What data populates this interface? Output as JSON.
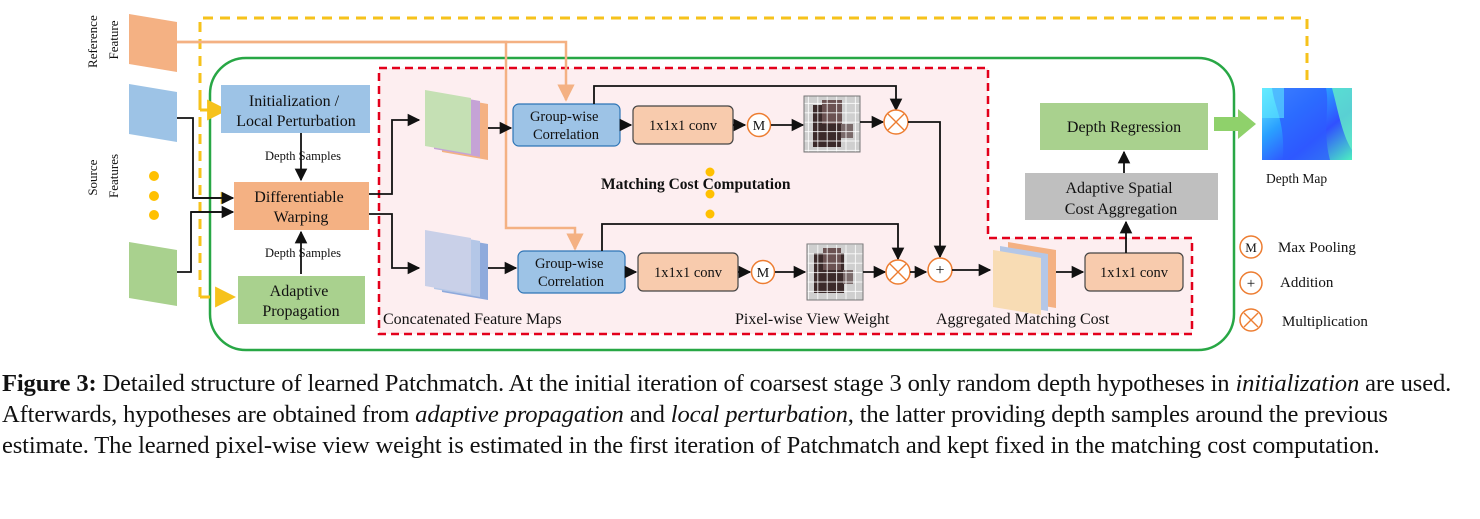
{
  "inputs": {
    "reference_feature": [
      "Reference",
      "Feature"
    ],
    "source_features": [
      "Source",
      "Features"
    ]
  },
  "modules": {
    "initialization": [
      "Initialization /",
      "Local Perturbation"
    ],
    "warping": [
      "Differentiable",
      "Warping"
    ],
    "propagation": [
      "Adaptive",
      "Propagation"
    ],
    "depth_samples": "Depth Samples",
    "group_corr": [
      "Group-wise",
      "Correlation"
    ],
    "conv": "1x1x1 conv",
    "max_symbol": "M",
    "add_symbol": "+",
    "matching_cost_title": "Matching Cost Computation",
    "concat_label": "Concatenated Feature Maps",
    "view_weight_label": "Pixel-wise View Weight",
    "agg_cost_label": "Aggregated Matching Cost",
    "spatial_agg": [
      "Adaptive Spatial",
      "Cost  Aggregation"
    ],
    "depth_regression": "Depth Regression",
    "depth_map": "Depth Map"
  },
  "legend": {
    "max_pooling": "Max Pooling",
    "addition": "Addition",
    "multiplication": "Multiplication"
  },
  "colors": {
    "blue_box": "#9dc3e6",
    "orange_box": "#f4b183",
    "green_box": "#a9d18e",
    "grey_box": "#bfbfbf",
    "red_dash": "#e3001b",
    "green_frame": "#28a745",
    "yellow_dash": "#f6c21b",
    "orange_line": "#f4b183"
  },
  "caption": {
    "figure": "Figure 3:",
    "t1": " Detailed structure of learned Patchmatch. At the initial iteration of coarsest stage 3 only random depth hypotheses in ",
    "e1": "initialization",
    "t2": " are used.  Afterwards, hypotheses are obtained from ",
    "e2": "adaptive propagation",
    "t3": " and ",
    "e3": "local perturbation",
    "t4": ", the latter providing depth samples around the previous estimate. The learned pixel-wise view weight is estimated in the first iteration of Patchmatch and kept fixed in the matching cost computation."
  }
}
